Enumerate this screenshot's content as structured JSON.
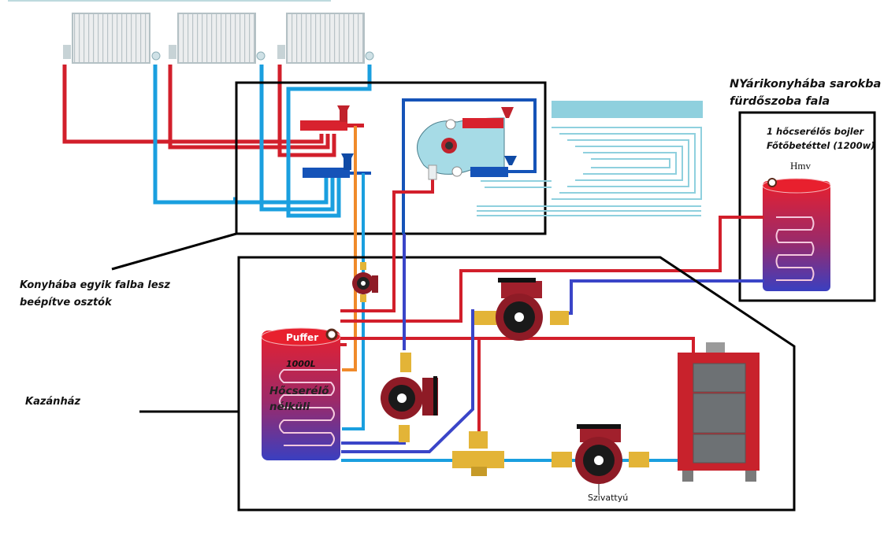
{
  "diagram": {
    "title": "Heating system schematic",
    "colors": {
      "hot_pipe": "#d21f2b",
      "cold_pipe": "#1a9fdf",
      "return_pipe": "#3a45c8",
      "mixing_pipe": "#f08a2a",
      "outline": "#000000",
      "underfloor": "#8fd0de",
      "radiator": "#e4e6e7"
    },
    "labels": {
      "summer_kitchen_line1": "NYárikonyhába sarokba",
      "summer_kitchen_line2": "fürdőszoba fala",
      "boiler_line1": "1 hőcserélős bojler",
      "boiler_line2": "Főtőbetéttel (1200w)",
      "hmv": "Hmv",
      "kitchen_line1": "Konyhába egyik falba lesz",
      "kitchen_line2": "beépítve osztók",
      "boiler_room": "Kazánház",
      "buffer_name": "Puffer",
      "buffer_volume": "1000L",
      "buffer_hx_line1": "Hőcserélő",
      "buffer_hx_line2": "nélküli",
      "pump": "Szivattyú"
    },
    "components": [
      {
        "name": "radiator",
        "count": 3
      },
      {
        "name": "radiator-manifold",
        "count": 1
      },
      {
        "name": "underfloor-manifold-with-pump",
        "count": 1
      },
      {
        "name": "underfloor-heating-loop",
        "count": 1
      },
      {
        "name": "dhw-boiler",
        "count": 1
      },
      {
        "name": "buffer-tank",
        "count": 1
      },
      {
        "name": "circulation-pump",
        "count": 4
      },
      {
        "name": "three-way-valve",
        "count": 1
      },
      {
        "name": "solid-fuel-boiler",
        "count": 1
      }
    ]
  }
}
